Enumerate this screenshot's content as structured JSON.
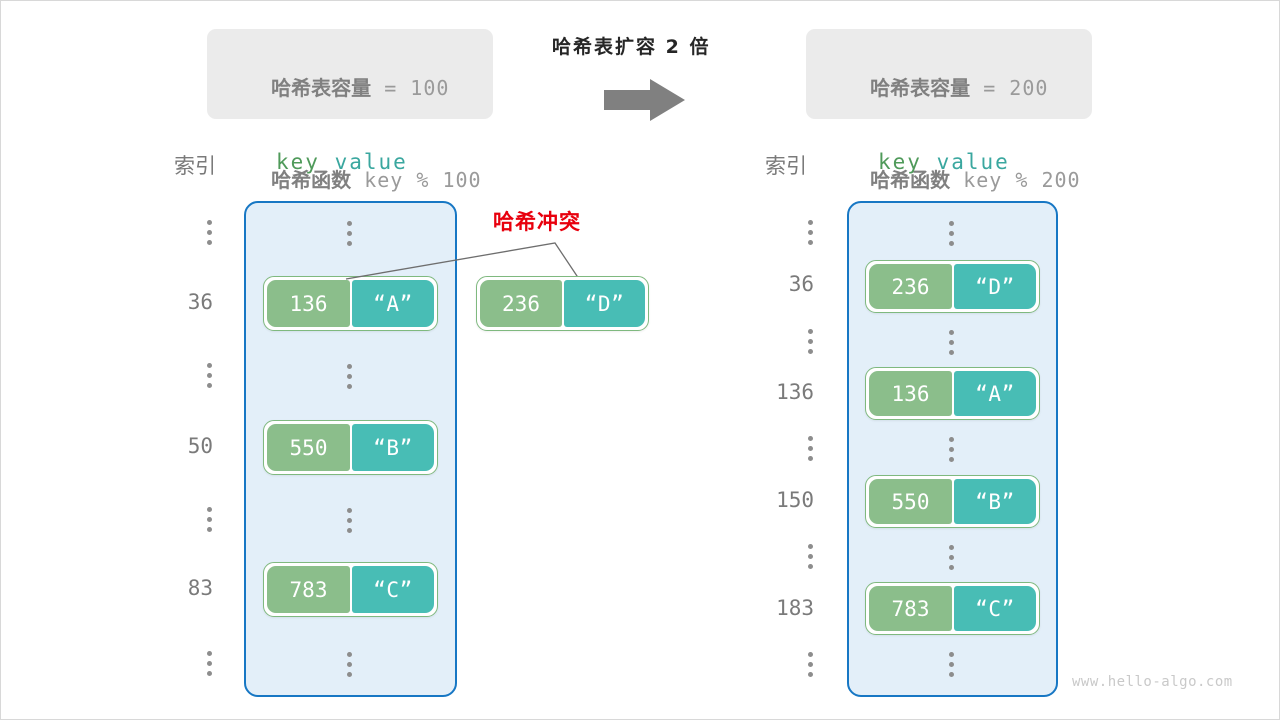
{
  "watermark": "www.hello-algo.com",
  "center": {
    "caption": "哈希表扩容 2 倍",
    "arrow_icon": "right-arrow-icon"
  },
  "left_panel": {
    "info": {
      "capacity_label": "哈希表容量",
      "capacity_value": " = 100",
      "function_label": "哈希函数",
      "function_value": " key % 100"
    },
    "headers": {
      "index": "索引",
      "key": "key",
      "value": "value"
    },
    "rows": [
      {
        "index": "⋮",
        "type": "dots"
      },
      {
        "index": "36",
        "type": "pair",
        "key": "136",
        "value": "“A”"
      },
      {
        "index": "⋮",
        "type": "dots"
      },
      {
        "index": "50",
        "type": "pair",
        "key": "550",
        "value": "“B”"
      },
      {
        "index": "⋮",
        "type": "dots"
      },
      {
        "index": "83",
        "type": "pair",
        "key": "783",
        "value": "“C”"
      },
      {
        "index": "⋮",
        "type": "dots"
      }
    ]
  },
  "collision": {
    "label": "哈希冲突",
    "overflow_pair": {
      "key": "236",
      "value": "“D”"
    }
  },
  "right_panel": {
    "info": {
      "capacity_label": "哈希表容量",
      "capacity_value": " = 200",
      "function_label": "哈希函数",
      "function_value": " key % 200"
    },
    "headers": {
      "index": "索引",
      "key": "key",
      "value": "value"
    },
    "rows": [
      {
        "index": "⋮",
        "type": "dots"
      },
      {
        "index": "36",
        "type": "pair",
        "key": "236",
        "value": "“D”"
      },
      {
        "index": "⋮",
        "type": "dots"
      },
      {
        "index": "136",
        "type": "pair",
        "key": "136",
        "value": "“A”"
      },
      {
        "index": "⋮",
        "type": "dots"
      },
      {
        "index": "150",
        "type": "pair",
        "key": "550",
        "value": "“B”"
      },
      {
        "index": "⋮",
        "type": "dots"
      },
      {
        "index": "183",
        "type": "pair",
        "key": "783",
        "value": "“C”"
      },
      {
        "index": "⋮",
        "type": "dots"
      }
    ]
  },
  "colors": {
    "key_fill": "#8bbe8b",
    "value_fill": "#48bdb5",
    "bucket_fill": "#e3eff9",
    "bucket_stroke": "#1777c4",
    "collision_red": "#e8000d",
    "info_bg": "#ebebeb",
    "arrow_gray": "#808080"
  }
}
